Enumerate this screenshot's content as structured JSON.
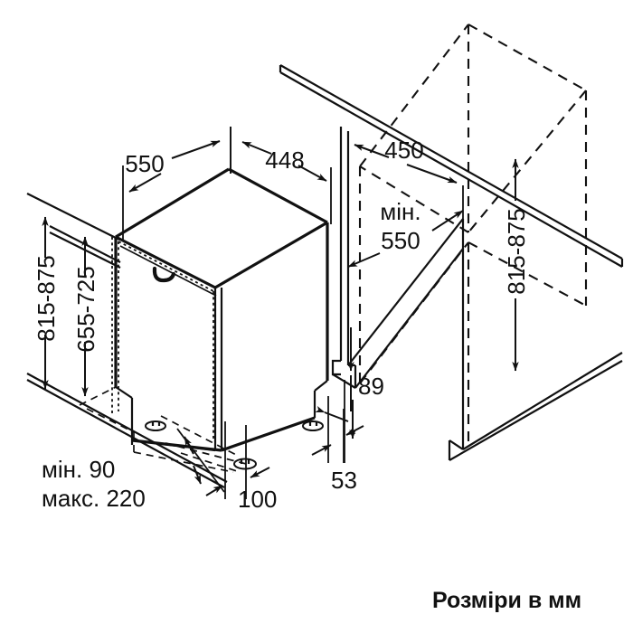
{
  "diagram": {
    "title": "Dishwasher built-in installation dimensions",
    "caption": "Розміри в мм",
    "units": "мм",
    "line_color": "#111111",
    "background": "#ffffff"
  },
  "dimensions": {
    "depth_top": "550",
    "width_top": "448",
    "height_overall": "815-875",
    "height_inner": "655-725",
    "niche_width": "450",
    "niche_depth_label": "мін.",
    "niche_depth_value": "550",
    "niche_height": "815-875",
    "plinth_min": "мін. 90",
    "plinth_max": "макс. 220",
    "front_offset": "100",
    "base_height": "89",
    "base_depth": "53"
  },
  "labels": [
    {
      "id": "depth-550",
      "text": "550"
    },
    {
      "id": "width-448",
      "text": "448"
    },
    {
      "id": "height-815-875-left",
      "text": "815-875"
    },
    {
      "id": "height-655-725",
      "text": "655-725"
    },
    {
      "id": "niche-450",
      "text": "450"
    },
    {
      "id": "niche-min",
      "text": "мін."
    },
    {
      "id": "niche-550",
      "text": "550"
    },
    {
      "id": "niche-height-815-875",
      "text": "815-875"
    },
    {
      "id": "plinth-min-90",
      "text": "мін. 90"
    },
    {
      "id": "plinth-max-220",
      "text": "макс. 220"
    },
    {
      "id": "offset-100",
      "text": "100"
    },
    {
      "id": "base-89",
      "text": "89"
    },
    {
      "id": "base-53",
      "text": "53"
    },
    {
      "id": "caption",
      "text": "Розміри в мм"
    }
  ]
}
